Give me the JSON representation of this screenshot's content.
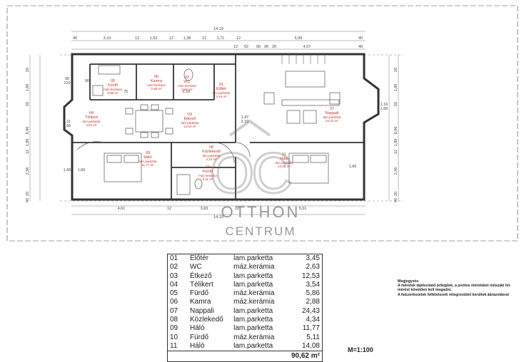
{
  "rooms": [
    {
      "num": "01",
      "name": "Előtér",
      "floor": "lam.parketta",
      "area": "3,45 m²",
      "area_table": "3,45"
    },
    {
      "num": "02",
      "name": "WC",
      "floor": "máz.kerámia",
      "area": "2,63 m²",
      "area_table": "2,63"
    },
    {
      "num": "03",
      "name": "Étkező",
      "floor": "lam.parketta",
      "area": "12,53 m²",
      "area_table": "12,53"
    },
    {
      "num": "04",
      "name": "Télikert",
      "floor": "lam.parketta",
      "area": "3,54 m²",
      "area_table": "3,54"
    },
    {
      "num": "05",
      "name": "Fürdő",
      "floor": "máz.kerámia",
      "area": "5,86 m²",
      "area_table": "5,86"
    },
    {
      "num": "06",
      "name": "Kamra",
      "floor": "máz.kerámia",
      "area": "2,88 m²",
      "area_table": "2,88"
    },
    {
      "num": "07",
      "name": "Nappali",
      "floor": "lam.parketta",
      "area": "24,43 m²",
      "area_table": "24,43"
    },
    {
      "num": "08",
      "name": "Közlekedő",
      "floor": "lam.parketta",
      "area": "4,34 m²",
      "area_table": "4,34"
    },
    {
      "num": "09",
      "name": "Háló",
      "floor": "lam.parketta",
      "area": "11,77 m²",
      "area_table": "11,77"
    },
    {
      "num": "10",
      "name": "Fürdő",
      "floor": "máz.kerámia",
      "area": "5,11 m²",
      "area_table": "5,11"
    },
    {
      "num": "11",
      "name": "Háló",
      "floor": "lam.parketta",
      "area": "14,08 m²",
      "area_table": "14,08"
    }
  ],
  "total_area": "90,62 m²",
  "scale": "M=1:100",
  "note": {
    "title": "Megjegyzés",
    "lines": [
      "A méretek tájékoztató jellegűek, a pontos méreteket műszaki fel-",
      "mérést követően kell megadni.",
      "A falszerkezetek feltételezett rétegrenddel kerültek ábrázolásra!"
    ]
  },
  "watermark": {
    "top": "OTTHON",
    "bottom": "CENTRUM",
    "logo_letters": "OC"
  },
  "dimensions": {
    "top_total": "14,19",
    "top_row1": [
      "40",
      "3,10",
      "12",
      "1,52",
      "12",
      "1,38",
      "12",
      "1,71",
      "12",
      "5,99",
      "40"
    ],
    "top_row2": [
      "12",
      "62",
      "90",
      "90",
      "20",
      "4,07",
      "40"
    ],
    "bottom_row1": [
      "4,61",
      "12",
      "3,83",
      "12",
      "5,51"
    ],
    "bottom_total": "14,19",
    "left": [
      "20",
      "1,89",
      "20",
      "6,96",
      "1,89",
      "12",
      "2,56",
      "20",
      "40"
    ],
    "right": [
      "20",
      "1,89",
      "20",
      "6,96",
      "1,89",
      "12",
      "2,56",
      "20",
      "40"
    ]
  },
  "openings": [
    "90",
    "210",
    "1,11",
    "1,66",
    "90",
    "1,66",
    "1,66",
    "1,16",
    "1,66",
    "75",
    "1,66",
    "2,10",
    "1,47",
    "2,10"
  ]
}
